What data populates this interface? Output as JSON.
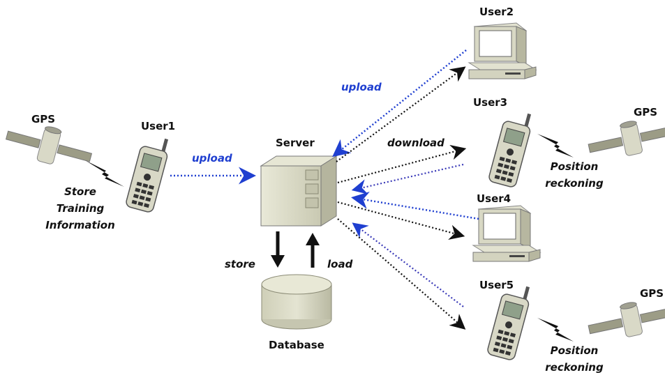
{
  "labels": {
    "gps_left": "GPS",
    "gps_user3": "GPS",
    "gps_user5": "GPS",
    "user1": "User1",
    "user2": "User2",
    "user3": "User3",
    "user4": "User4",
    "user5": "User5",
    "server": "Server",
    "database": "Database",
    "store_training": [
      "Store",
      "Training",
      "Information"
    ],
    "upload_user1": "upload",
    "upload_user2": "upload",
    "download": "download",
    "position_reckoning_user3": [
      "Position",
      "reckoning"
    ],
    "position_reckoning_user5": [
      "Position",
      "reckoning"
    ],
    "store": "store",
    "load": "load"
  },
  "colors": {
    "upload_arrow": "#1f3fd0",
    "download_arrow": "#111111",
    "device_body": "#dcdcc8",
    "device_shade": "#b7b7a0"
  }
}
